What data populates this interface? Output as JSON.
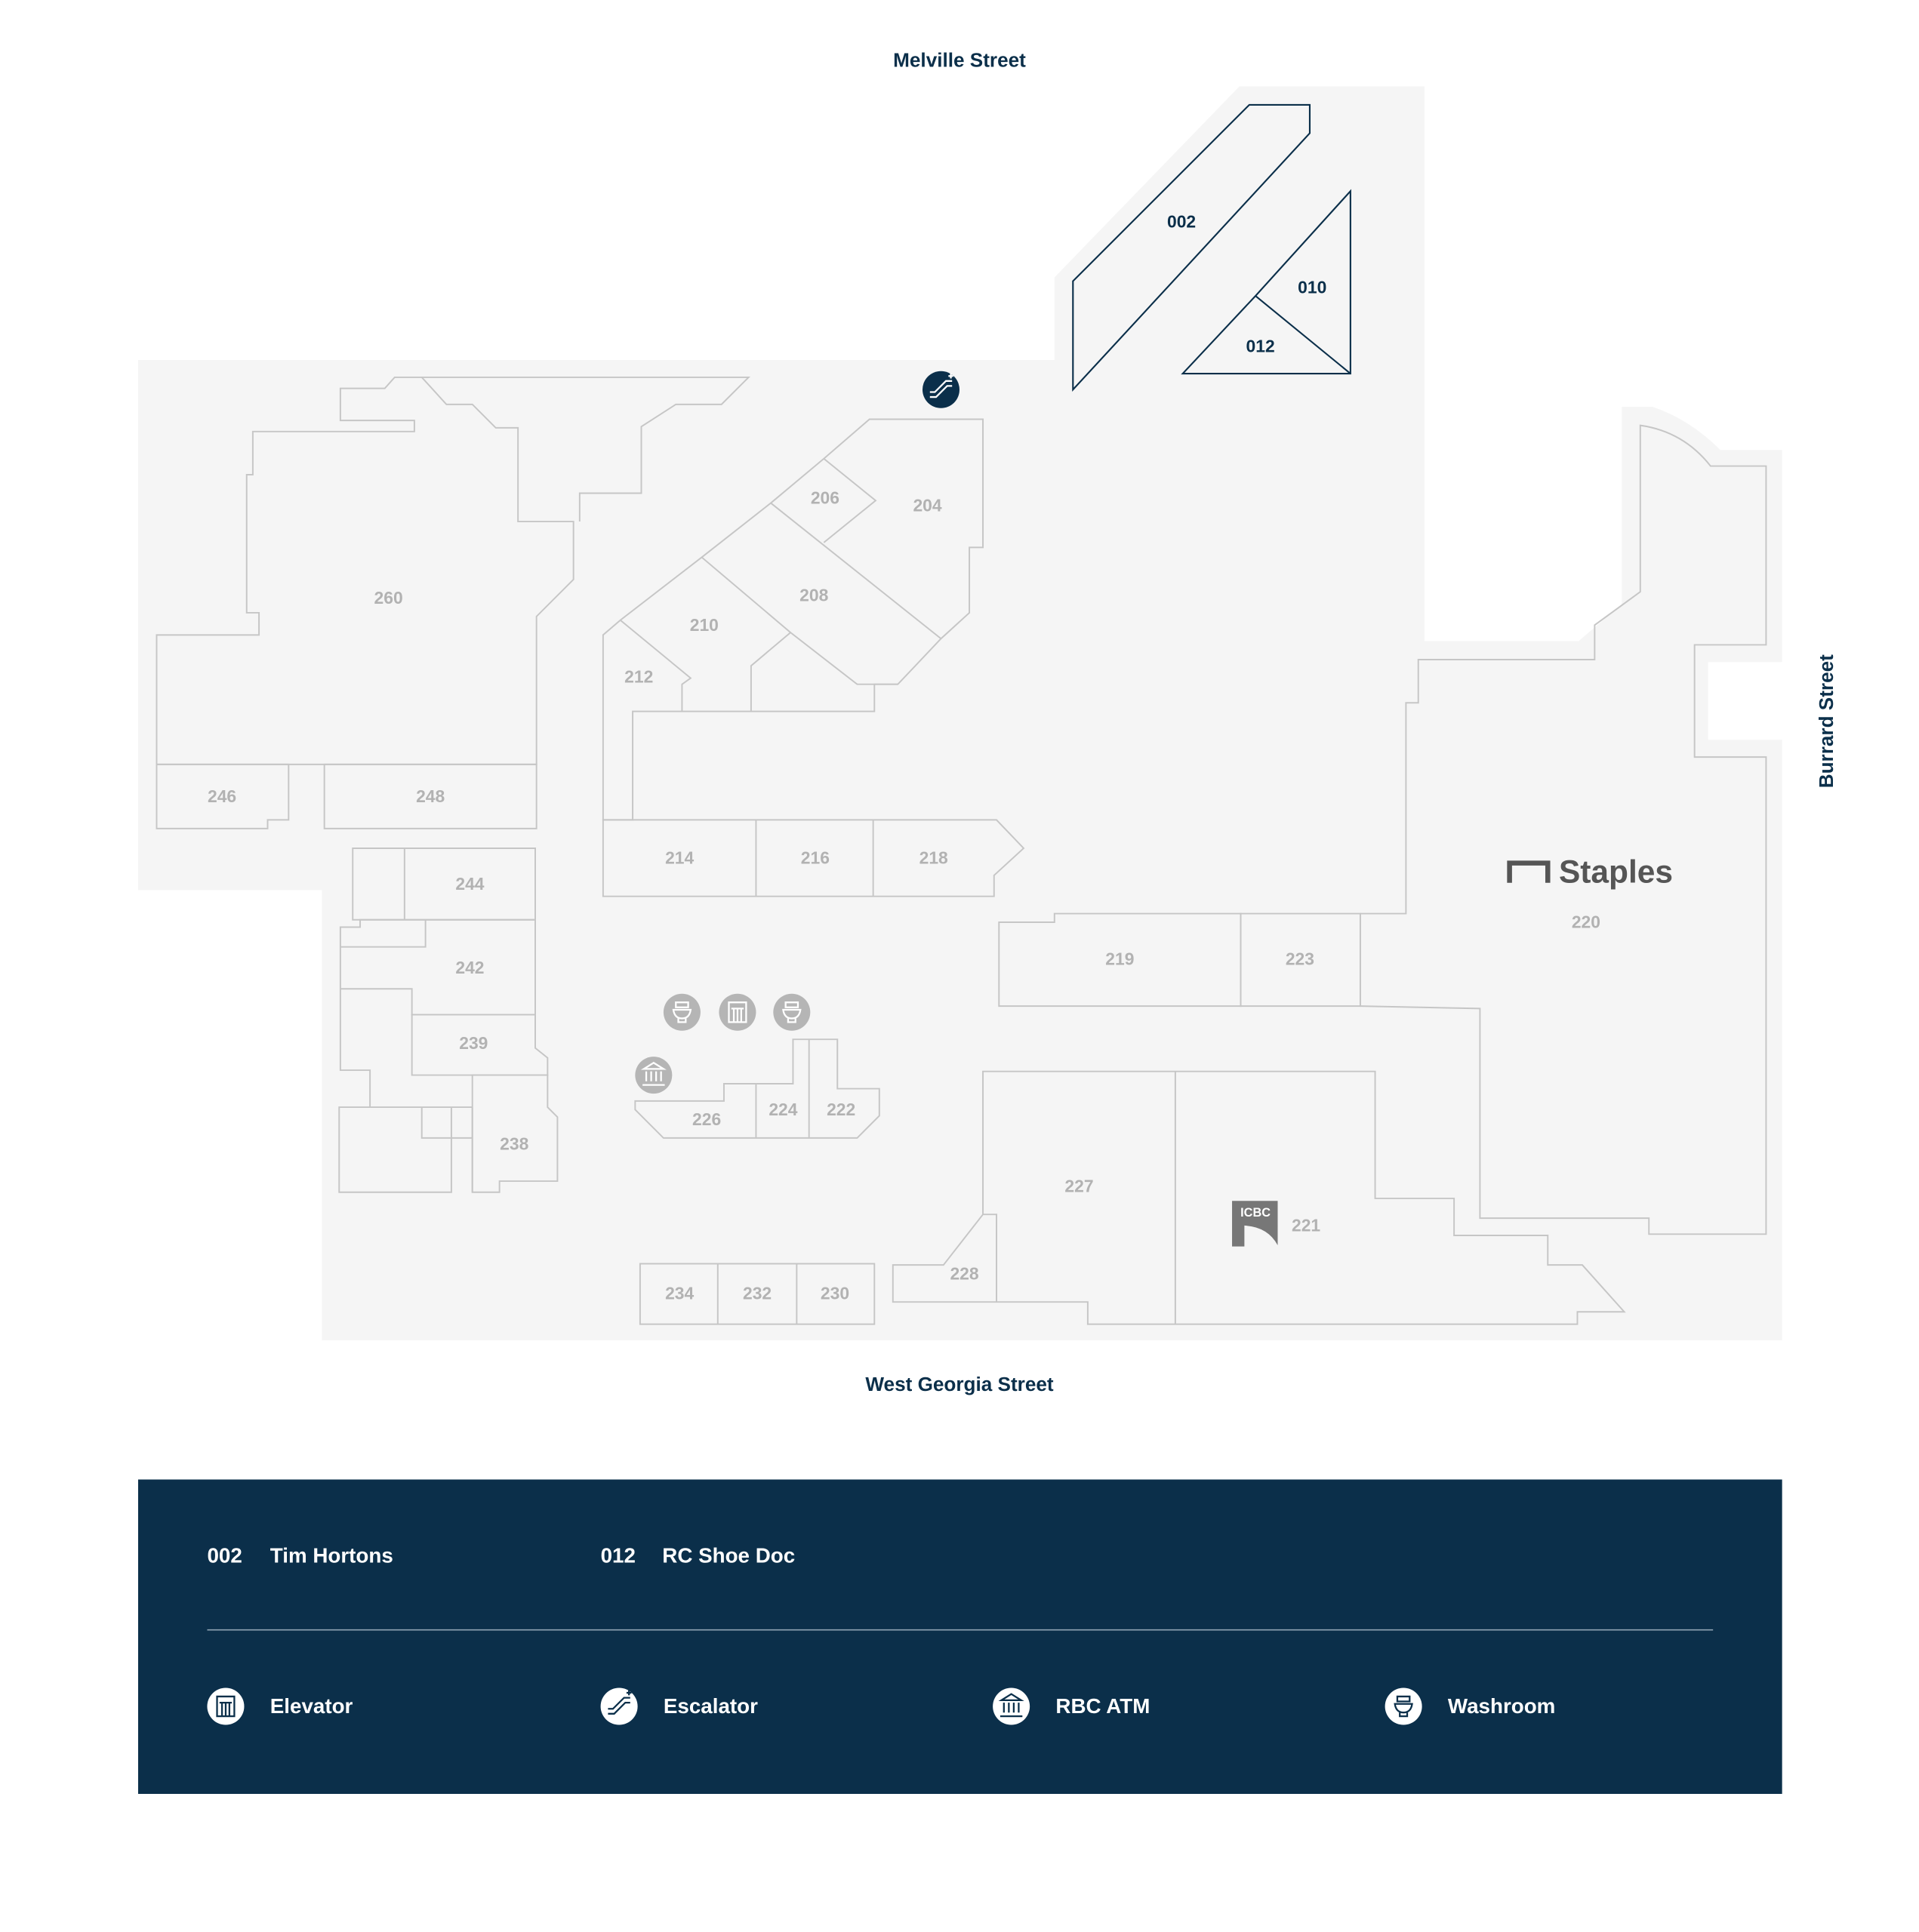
{
  "streets": {
    "north": "Melville Street",
    "south": "West Georgia Street",
    "east": "Burrard Street"
  },
  "units": {
    "u002": "002",
    "u010": "010",
    "u012": "012",
    "u204": "204",
    "u206": "206",
    "u208": "208",
    "u210": "210",
    "u212": "212",
    "u214": "214",
    "u216": "216",
    "u218": "218",
    "u219": "219",
    "u220": "220",
    "u221": "221",
    "u222": "222",
    "u223": "223",
    "u224": "224",
    "u226": "226",
    "u227": "227",
    "u228": "228",
    "u230": "230",
    "u232": "232",
    "u234": "234",
    "u238": "238",
    "u239": "239",
    "u242": "242",
    "u244": "244",
    "u246": "246",
    "u248": "248",
    "u260": "260"
  },
  "logos": {
    "staples": "Staples",
    "icbc": "ICBC"
  },
  "legend": {
    "stores": [
      {
        "number": "002",
        "name": "Tim Hortons"
      },
      {
        "number": "012",
        "name": "RC Shoe Doc"
      }
    ],
    "amenities": [
      {
        "icon": "elevator-icon",
        "label": "Elevator"
      },
      {
        "icon": "escalator-icon",
        "label": "Escalator"
      },
      {
        "icon": "atm-icon",
        "label": "RBC ATM"
      },
      {
        "icon": "washroom-icon",
        "label": "Washroom"
      }
    ]
  },
  "colors": {
    "brand": "#0b2f4a",
    "floor": "#f5f5f5",
    "unit_outline": "#c6c6c6",
    "amenity_gray": "#b5b5b5"
  }
}
